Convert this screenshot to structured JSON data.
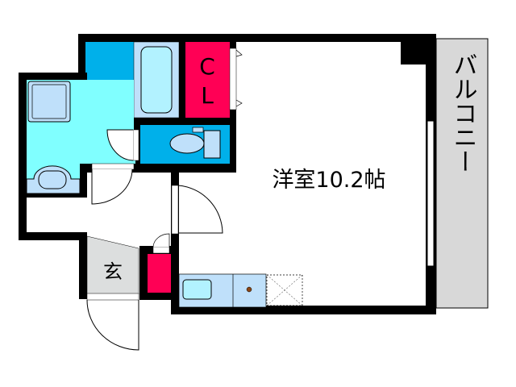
{
  "plan": {
    "room_label": "洋室10.2帖",
    "balcony_label": "バルコニー",
    "closet_label_1": "C",
    "closet_label_2": "L",
    "entrance_label": "玄"
  },
  "colors": {
    "wall": "#000000",
    "bath_blue": "#00b0ea",
    "light_blue": "#bfe0fa",
    "cyan": "#80ffff",
    "tub": "#b2f2ff",
    "closet_red": "#ff0055",
    "entrance_gray": "#dcdede",
    "balcony_gray": "#d8d8d8"
  }
}
